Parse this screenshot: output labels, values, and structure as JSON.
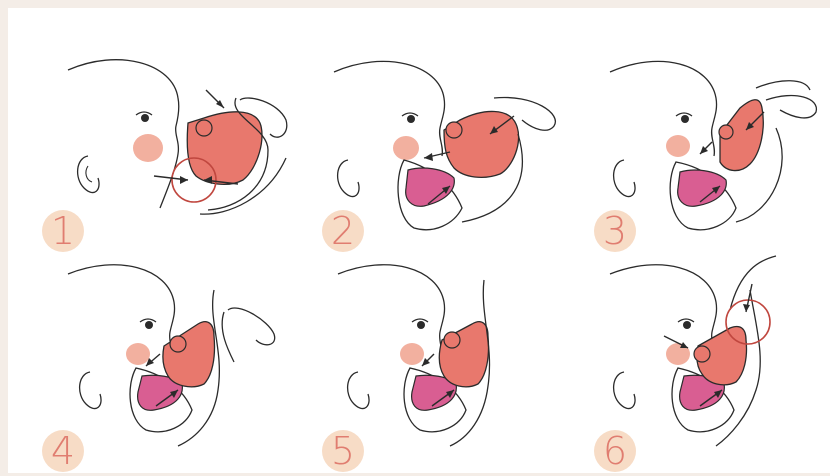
{
  "colors": {
    "background": "#ffffff",
    "page_margin": "#f4ede7",
    "line": "#2b2b2b",
    "breast_fill": "#e8786d",
    "nipple_fill": "#e8786d",
    "tongue_fill": "#d95e92",
    "cheek": "#f2b09f",
    "badge": "#f7dcc6",
    "number": "#e07d70",
    "highlight_circle": "#c0473f"
  },
  "steps": [
    {
      "number": "1"
    },
    {
      "number": "2"
    },
    {
      "number": "3"
    },
    {
      "number": "4"
    },
    {
      "number": "5"
    },
    {
      "number": "6"
    }
  ]
}
